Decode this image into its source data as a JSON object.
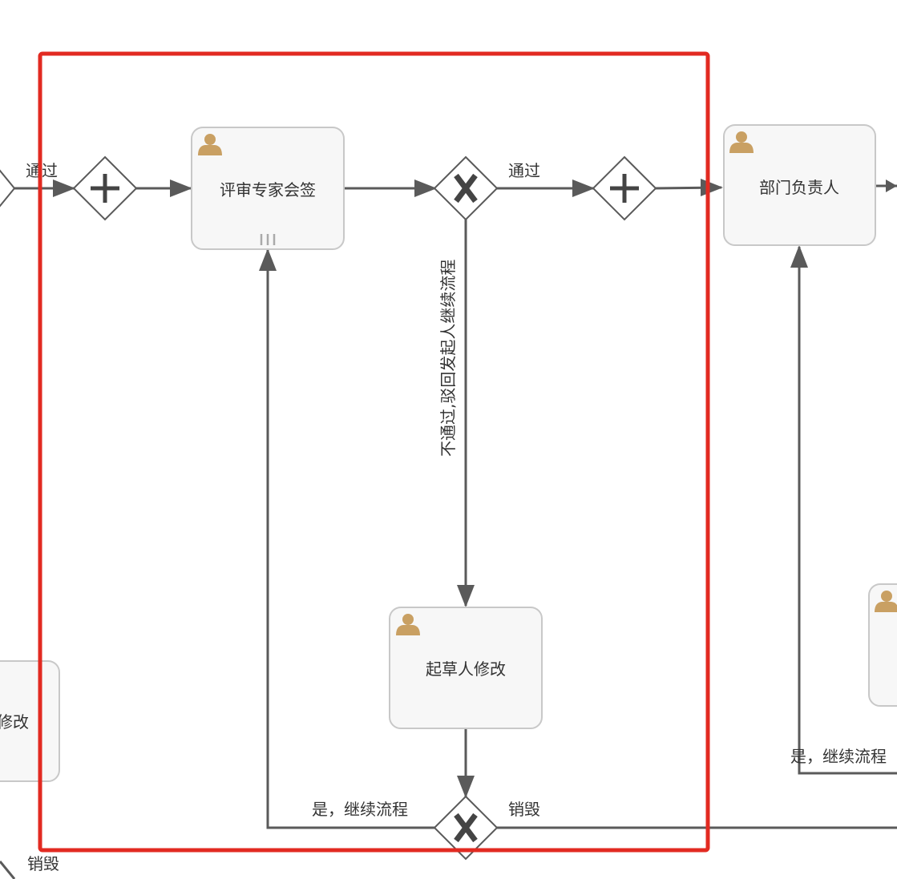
{
  "diagram": {
    "tasks": {
      "review": {
        "label": "评审专家会签"
      },
      "dept_head": {
        "label": "部门负责人"
      },
      "drafter_modify": {
        "label": "起草人修改"
      },
      "left_modify_partial": {
        "label": "修改"
      }
    },
    "edges": {
      "left_pass": "通过",
      "top_pass": "通过",
      "reject": "不通过,驳回发起人继续流程",
      "yes_continue_bottom": "是，继续流程",
      "destroy_bottom": "销毁",
      "yes_continue_right": "是，继续流程",
      "destroy_left": "销毁"
    },
    "colors": {
      "edge": "#5a5a5a",
      "task_border": "#c8c8c8",
      "task_fill": "#f7f7f7",
      "user_icon": "#c9a063",
      "highlight": "#e22a21"
    },
    "icons": {
      "task_user": "user-icon",
      "gateway_parallel": "plus-icon",
      "gateway_exclusive": "x-icon",
      "multi_instance": "multi-instance-icon"
    }
  }
}
